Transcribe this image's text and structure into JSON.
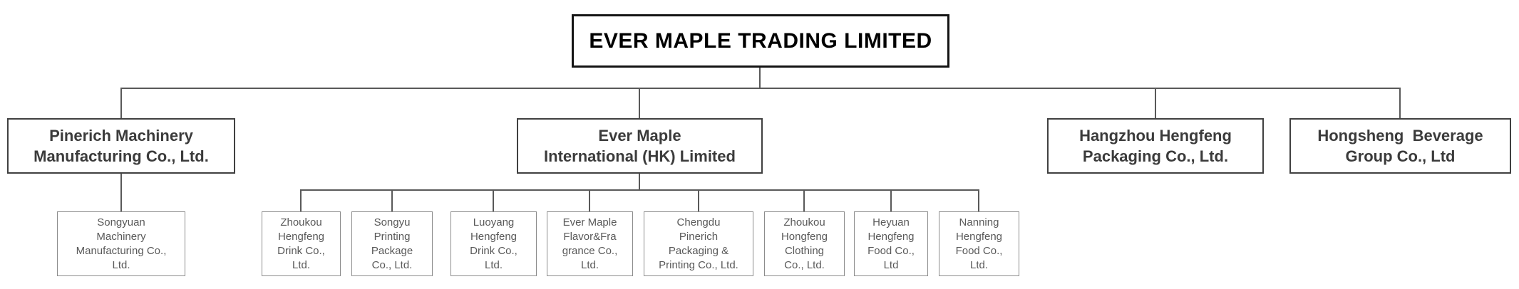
{
  "org_chart": {
    "type": "organizational-chart",
    "root": {
      "label": "EVER MAPLE TRADING LIMITED"
    },
    "subsidiaries": [
      {
        "label": "Pinerich Machinery\nManufacturing Co., Ltd.",
        "children": [
          {
            "label": "Songyuan\nMachinery\nManufacturing Co.,\nLtd."
          }
        ]
      },
      {
        "label": "Ever Maple\nInternational (HK) Limited",
        "children": [
          {
            "label": "Zhoukou\nHengfeng\nDrink Co.,\nLtd."
          },
          {
            "label": "Songyu\nPrinting\nPackage\nCo., Ltd."
          },
          {
            "label": "Luoyang\nHengfeng\nDrink Co.,\nLtd."
          },
          {
            "label": "Ever Maple\nFlavor&Fra\ngrance Co.,\nLtd."
          },
          {
            "label": "Chengdu\nPinerich\nPackaging &\nPrinting Co., Ltd."
          },
          {
            "label": "Zhoukou\nHongfeng\nClothing\nCo., Ltd."
          },
          {
            "label": "Heyuan\nHengfeng\nFood Co.,\nLtd"
          },
          {
            "label": "Nanning\nHengfeng\nFood Co.,\nLtd."
          }
        ]
      },
      {
        "label": "Hangzhou Hengfeng\nPackaging Co., Ltd.",
        "children": []
      },
      {
        "label": "Hongsheng  Beverage\nGroup Co., Ltd",
        "children": []
      }
    ]
  },
  "colors": {
    "background": "#ffffff",
    "root_border": "#141414",
    "root_text": "#000000",
    "level2_border": "#404040",
    "level2_text": "#3b3b3b",
    "level3_border": "#8c8c8c",
    "level3_text": "#595959",
    "connector": "#595959"
  }
}
